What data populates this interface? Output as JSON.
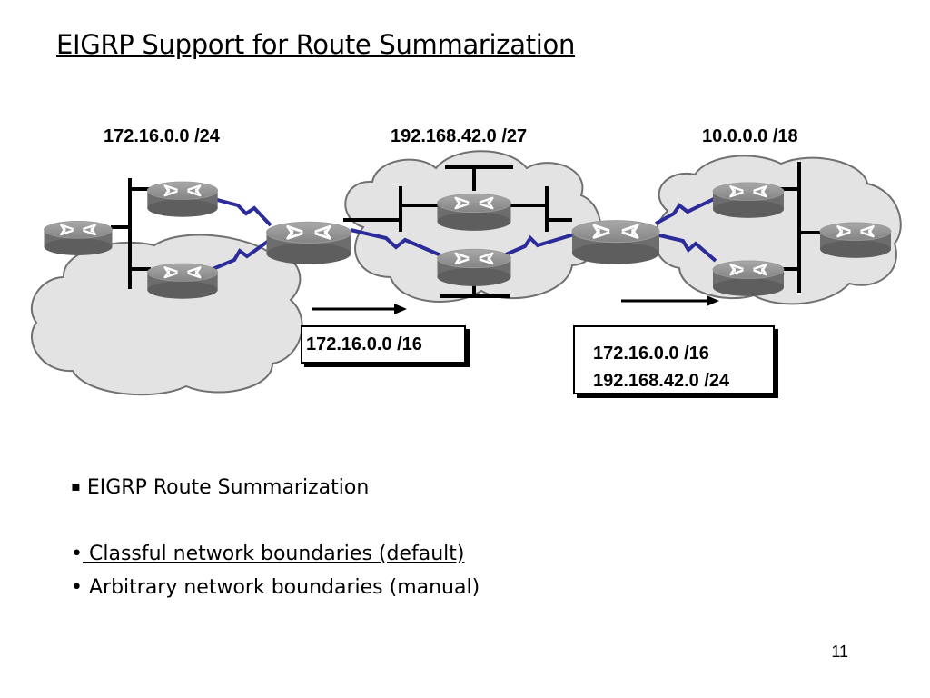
{
  "title": "EIGRP Support for Route Summarization",
  "diagram": {
    "network_labels": [
      "172.16.0.0 /24",
      "192.168.42.0 /27",
      "10.0.0.0 /18"
    ],
    "summary_box_1": "172.16.0.0 /16",
    "summary_box_2": {
      "line1": "172.16.0.0 /16",
      "line2": "192.168.42.0 /24"
    }
  },
  "bullets": {
    "main": "EIGRP Route Summarization",
    "main_marker": "▪",
    "sub_marker": "•",
    "sub": [
      "Classful network boundaries (default)",
      "Arbitrary network boundaries (manual)"
    ]
  },
  "page_number": "11",
  "colors": {
    "serial_link": "#2b2b9a",
    "cloud_fill": "#e3e3e3",
    "cloud_stroke": "#707070",
    "router_body": "#6d6d6d"
  }
}
